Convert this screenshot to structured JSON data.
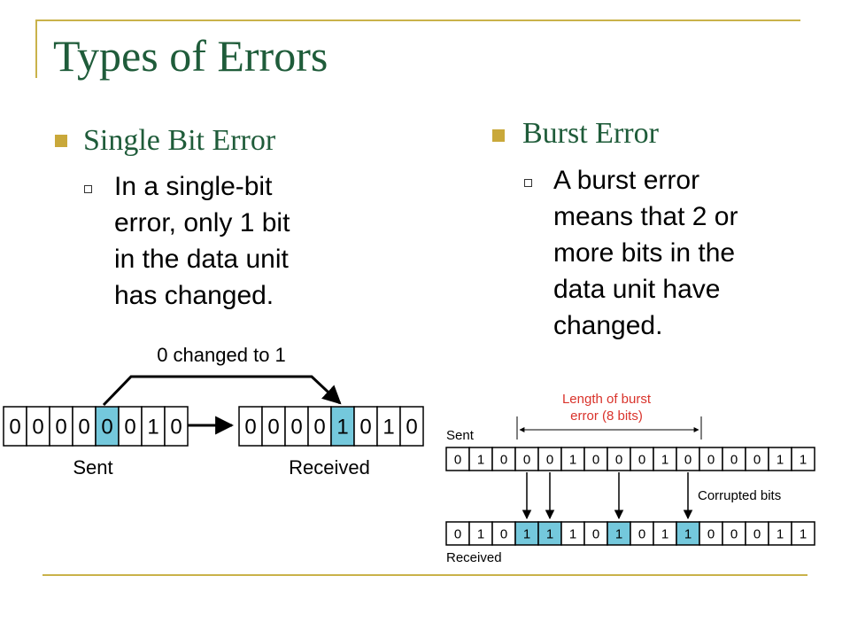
{
  "slide": {
    "title": "Types of Errors"
  },
  "single": {
    "heading": "Single Bit Error",
    "lines": [
      "In a single-bit",
      "error, only 1 bit",
      "in the data unit",
      "has changed."
    ],
    "diagram": {
      "caption_top": "0 changed to 1",
      "sent_bits": [
        "0",
        "0",
        "0",
        "0",
        "0",
        "0",
        "1",
        "0"
      ],
      "received_bits": [
        "0",
        "0",
        "0",
        "0",
        "1",
        "0",
        "1",
        "0"
      ],
      "changed_index": 4,
      "sent_label": "Sent",
      "received_label": "Received"
    }
  },
  "burst": {
    "heading": "Burst Error",
    "lines": [
      "A burst error",
      "means that 2 or",
      "more bits in the",
      "data unit have",
      "changed."
    ],
    "diagram": {
      "length_label_1": "Length of burst",
      "length_label_2": "error (8 bits)",
      "sent_label": "Sent",
      "received_label": "Received",
      "corrupted_label": "Corrupted bits",
      "sent_bits": [
        "0",
        "1",
        "0",
        "0",
        "0",
        "1",
        "0",
        "0",
        "0",
        "1",
        "0",
        "0",
        "0",
        "0",
        "1",
        "1"
      ],
      "received_bits": [
        "0",
        "1",
        "0",
        "1",
        "1",
        "1",
        "0",
        "1",
        "0",
        "1",
        "1",
        "0",
        "0",
        "0",
        "1",
        "1"
      ],
      "corrupted_indices": [
        3,
        4,
        7,
        10
      ]
    }
  },
  "colors": {
    "accent_gold": "#c9a83a",
    "title_green": "#1f5c3a",
    "highlight_cell": "#74c8dc",
    "label_red": "#d9332b"
  }
}
